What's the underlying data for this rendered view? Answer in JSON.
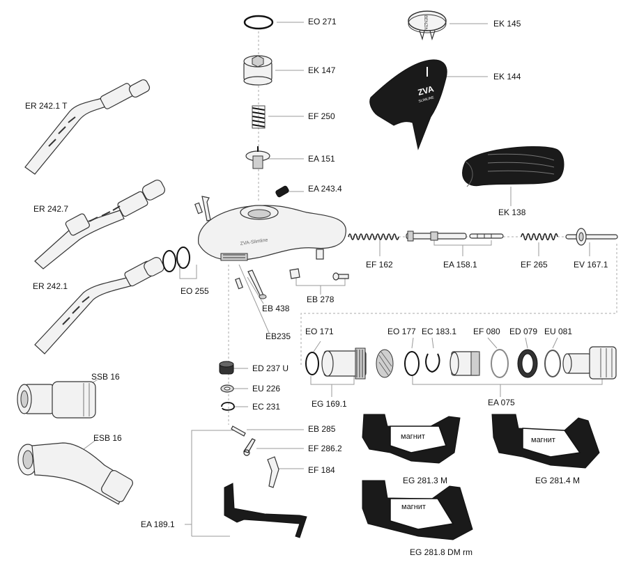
{
  "labels": {
    "eo271": "EO 271",
    "ek147": "EK 147",
    "ef250": "EF 250",
    "ea151": "EA 151",
    "ea2434": "EA 243.4",
    "ek145": "EK 145",
    "ek144": "EK 144",
    "ek138": "EK 138",
    "er2421t": "ER 242.1 T",
    "er2427": "ER 242.7",
    "er2421": "ER 242.1",
    "eo255": "EO 255",
    "eb438": "EB 438",
    "eb235": "EB235",
    "eb278": "EB 278",
    "ef162": "EF 162",
    "ea1581": "EA 158.1",
    "ef265": "EF 265",
    "ev1671": "EV 167.1",
    "eo171": "EO 171",
    "eo177": "EO 177",
    "ec1831": "EC 183.1",
    "ef080": "EF 080",
    "ed079": "ED 079",
    "eu081": "EU 081",
    "eg1691": "EG 169.1",
    "ea075": "EA 075",
    "ed237u": "ED 237 U",
    "eu226": "EU 226",
    "ec231": "EC 231",
    "ssb16": "SSB 16",
    "esb16": "ESB 16",
    "eb285": "EB 285",
    "ef2862": "EF 286.2",
    "ef184": "EF 184",
    "ea1891": "EA 189.1",
    "eg2813m": "EG 281.3 M",
    "eg2814m": "EG 281.4 M",
    "eg2818dmrm": "EG 281.8 DM rm"
  },
  "magnet_label": "магнит",
  "body_brand": "ZVA-Slimline",
  "cover_brand": "ZVA",
  "cover_sub": "SLIMLINE",
  "cap_text": "BENZIN"
}
